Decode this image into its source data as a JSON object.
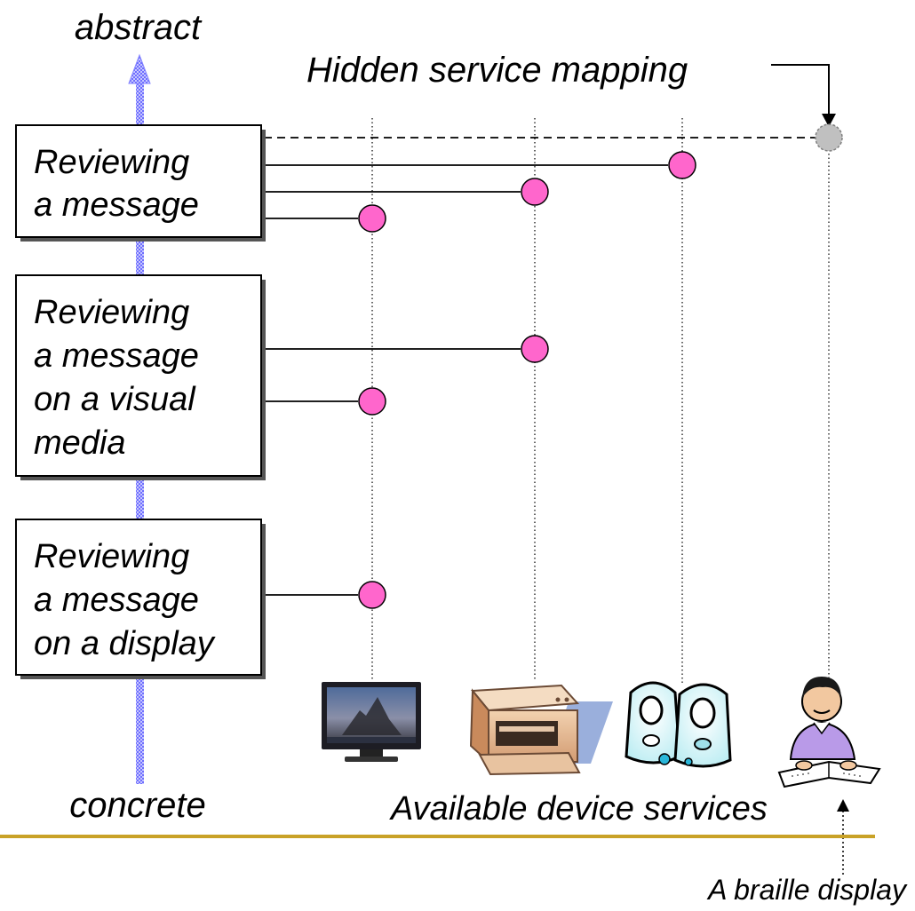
{
  "labels": {
    "abstract": "abstract",
    "concrete": "concrete",
    "hidden_mapping": "Hidden service mapping",
    "available_services": "Available device services",
    "braille_display": "A braille display"
  },
  "tasks": [
    {
      "lines": [
        "Reviewing",
        "a message"
      ]
    },
    {
      "lines": [
        "Reviewing",
        "a message",
        "on a visual",
        "media"
      ]
    },
    {
      "lines": [
        "Reviewing",
        "a message",
        "on a display"
      ]
    }
  ],
  "devices": [
    {
      "name": "monitor",
      "icon": "monitor-icon"
    },
    {
      "name": "printer",
      "icon": "printer-icon"
    },
    {
      "name": "speakers",
      "icon": "speakers-icon"
    },
    {
      "name": "braille-reader",
      "icon": "braille-reader-icon"
    }
  ],
  "mappings": [
    {
      "task": 0,
      "device": 2,
      "hidden": false
    },
    {
      "task": 0,
      "device": 1,
      "hidden": false
    },
    {
      "task": 0,
      "device": 0,
      "hidden": false
    },
    {
      "task": 0,
      "device": 3,
      "hidden": true
    },
    {
      "task": 1,
      "device": 1,
      "hidden": false
    },
    {
      "task": 1,
      "device": 0,
      "hidden": false
    },
    {
      "task": 2,
      "device": 0,
      "hidden": false
    }
  ],
  "colors": {
    "connector_fill": "#ff66cc",
    "hidden_connector_fill": "#c0c0c0",
    "axis_arrow": "#8f8fff",
    "baseline": "#c9a227",
    "box_shadow": "#555555"
  }
}
